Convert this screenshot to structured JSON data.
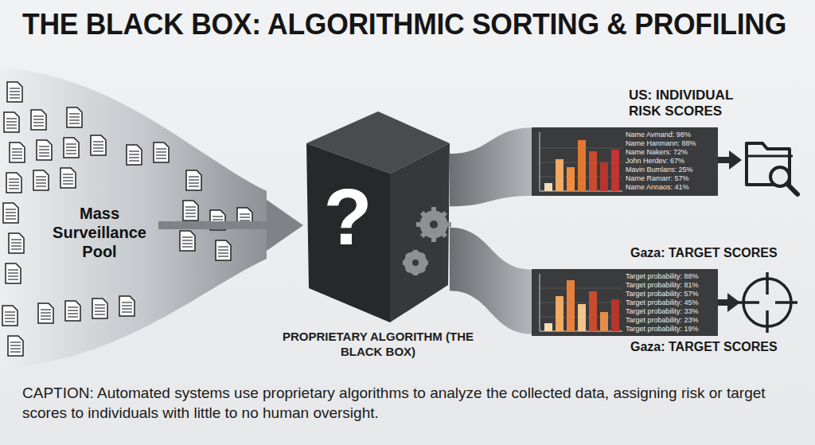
{
  "diagram": {
    "title": "THE BLACK BOX: ALGORITHMIC SORTING & PROFILING",
    "caption": "CAPTION: Automated systems use proprietary algorithms to analyze the collected data, assigning risk or target scores to individuals with little to no human oversight.",
    "nodes": [
      {
        "text": [
          "Mass Surveillance Pool"
        ]
      },
      {
        "text": [
          "?",
          "PROPRIETARY ALGORITHM (THE BLACK BOX)"
        ]
      },
      {
        "text": [
          "US: INDIVIDUAL RISK SCORES",
          "Name Avmand: 98%",
          "Name Hanmann: 88%",
          "Name Nakers: 72%",
          "John Herdev: 67%",
          "Mavin Bumlans: 25%",
          "Name Ramarr: 57%",
          "Name Annaos: 41%"
        ]
      },
      {
        "text": [
          "Gaza: TARGET SCORES",
          "Target probability: 88%",
          "Target probability: 81%",
          "Target probability: 57%",
          "Target probability: 45%",
          "Target probability: 33%",
          "Target probability: 23%",
          "Target probability: 19%",
          "Gaza: TARGET SCORES"
        ]
      }
    ],
    "edges": [
      {
        "from": 0,
        "to": 1,
        "arrow": "to"
      },
      {
        "from": 1,
        "to": 2,
        "arrow": "none"
      },
      {
        "from": 1,
        "to": 3,
        "arrow": "none"
      }
    ]
  }
}
